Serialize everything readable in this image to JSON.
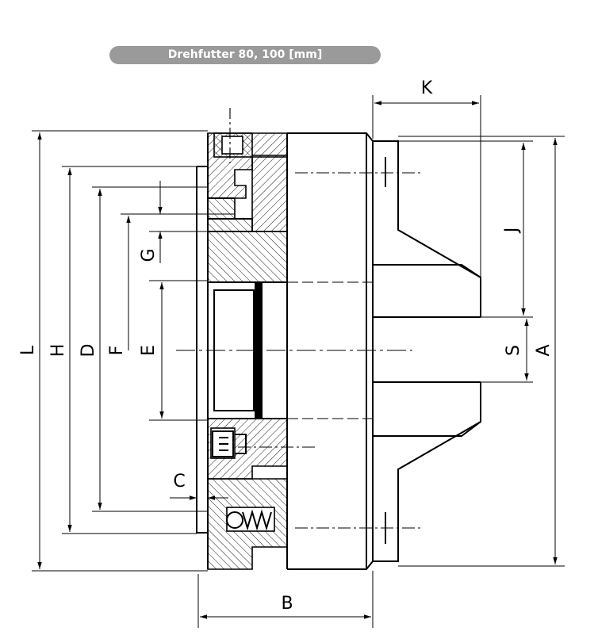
{
  "title": "Drehfutter 80, 100 [mm]",
  "dimensions": {
    "L": "L",
    "H": "H",
    "D": "D",
    "F": "F",
    "G": "G",
    "E": "E",
    "C": "C",
    "B": "B",
    "K": "K",
    "J": "J",
    "S": "S",
    "A": "A"
  },
  "colors": {
    "line": "#000000",
    "title_bg": "#9a9a9a",
    "title_text": "#ffffff"
  }
}
